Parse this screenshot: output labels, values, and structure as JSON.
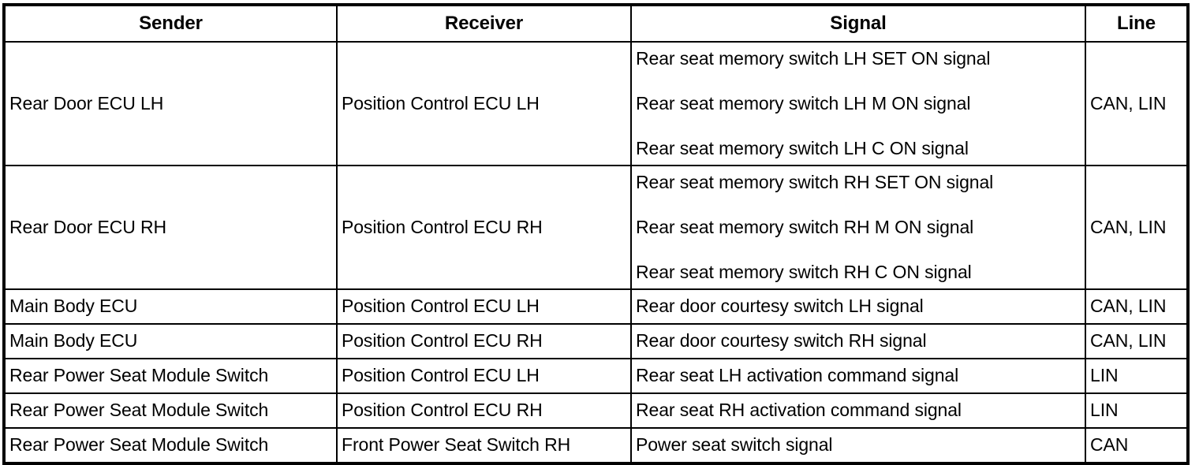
{
  "table": {
    "columns": [
      "Sender",
      "Receiver",
      "Signal",
      "Line"
    ],
    "rows": [
      {
        "sender": "Rear Door ECU LH",
        "receiver": "Position Control ECU LH",
        "signals": [
          "Rear seat memory switch LH SET ON signal",
          "Rear seat memory switch LH M ON signal",
          "Rear seat memory switch LH C ON signal"
        ],
        "line": "CAN, LIN"
      },
      {
        "sender": "Rear Door ECU RH",
        "receiver": "Position Control ECU RH",
        "signals": [
          "Rear seat memory switch RH SET ON signal",
          "Rear seat memory switch RH M ON signal",
          "Rear seat memory switch RH C ON signal"
        ],
        "line": "CAN, LIN"
      },
      {
        "sender": "Main Body ECU",
        "receiver": "Position Control ECU LH",
        "signals": [
          "Rear door courtesy switch LH signal"
        ],
        "line": "CAN, LIN"
      },
      {
        "sender": "Main Body ECU",
        "receiver": "Position Control ECU RH",
        "signals": [
          "Rear door courtesy switch RH signal"
        ],
        "line": "CAN, LIN"
      },
      {
        "sender": "Rear Power Seat Module Switch",
        "receiver": "Position Control ECU LH",
        "signals": [
          "Rear seat LH activation command signal"
        ],
        "line": "LIN"
      },
      {
        "sender": "Rear Power Seat Module Switch",
        "receiver": "Position Control ECU RH",
        "signals": [
          "Rear seat RH activation command signal"
        ],
        "line": "LIN"
      },
      {
        "sender": "Rear Power Seat Module Switch",
        "receiver": "Front Power Seat Switch RH",
        "signals": [
          "Power seat switch signal"
        ],
        "line": "CAN"
      }
    ]
  },
  "colors": {
    "border": "#000000",
    "text": "#000000",
    "background": "#ffffff"
  }
}
